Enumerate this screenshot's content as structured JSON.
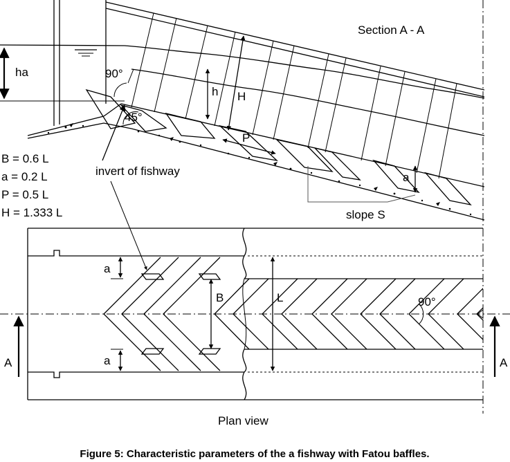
{
  "section_title": "Section A - A",
  "labels": {
    "ha": "ha",
    "angle_90_section": "90°",
    "angle_45": "45°",
    "h": "h",
    "H": "H",
    "P": "P",
    "a_section": "a",
    "invert": "invert of fishway",
    "slope": "slope S",
    "a_plan_top": "a",
    "a_plan_bottom": "a",
    "B": "B",
    "L": "L",
    "angle_90_plan": "90°",
    "A_left": "A",
    "A_right": "A"
  },
  "parameters": [
    "B = 0.6 L",
    "a = 0.2 L",
    "P = 0.5 L",
    "H = 1.333 L"
  ],
  "plan_title": "Plan view",
  "caption": "Figure 5: Characteristic parameters of the a fishway with Fatou baffles."
}
